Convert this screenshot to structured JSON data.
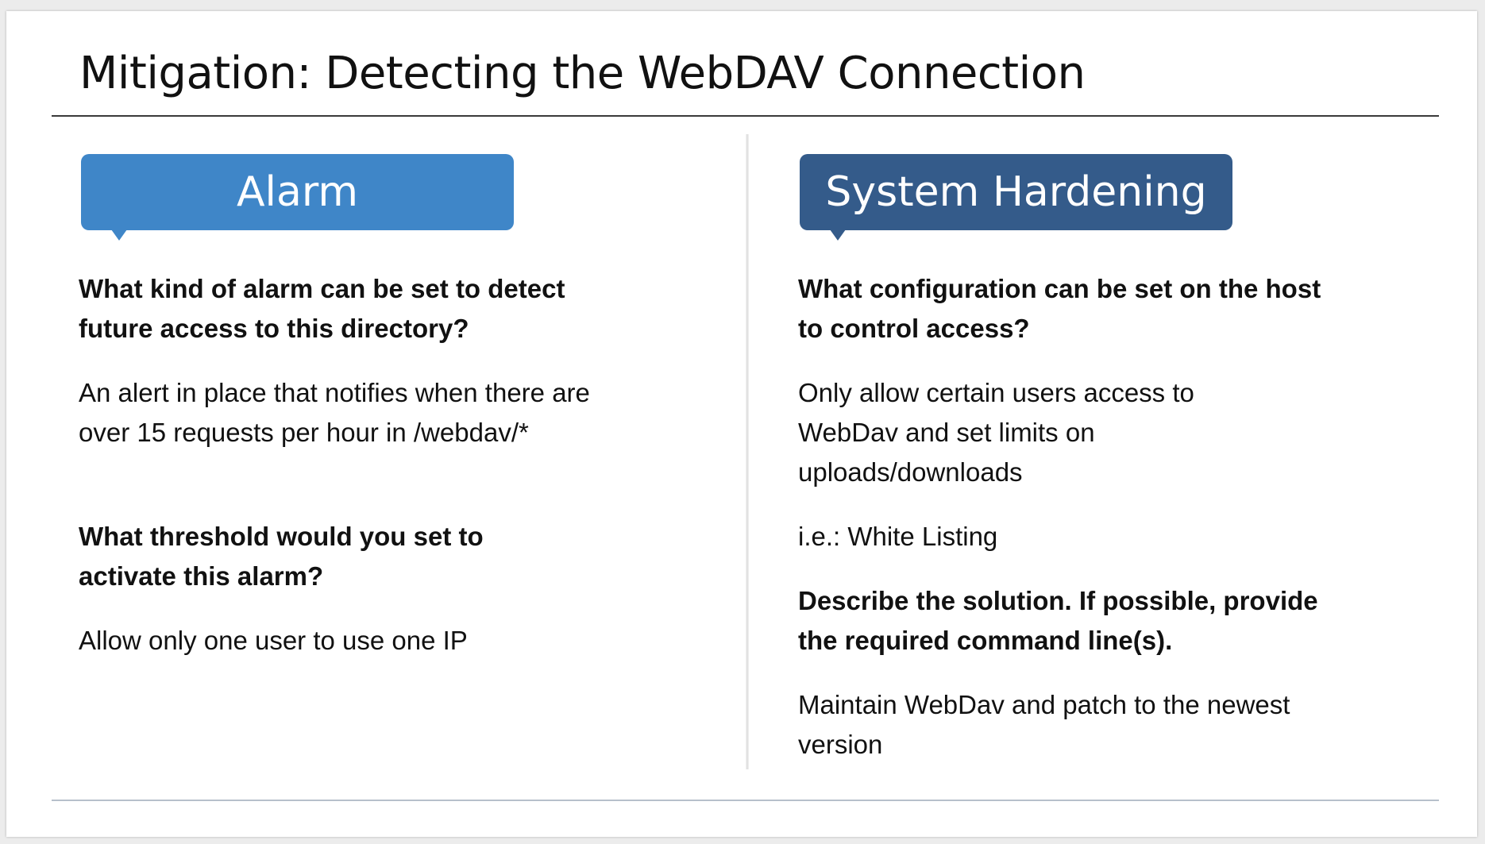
{
  "slide": {
    "title": "Mitigation: Detecting the WebDAV Connection"
  },
  "colors": {
    "alarm_callout": "#3f86c8",
    "hardening_callout": "#345b8a",
    "title_rule": "#3a3a3a",
    "bottom_rule": "#b7c0cb"
  },
  "alarm": {
    "heading": "Alarm",
    "question_1": "What kind of alarm can be set to detect future access to this directory?",
    "answer_1": "An alert in place that notifies when there are over 15 requests per hour in /webdav/*",
    "question_2": "What threshold would you set to activate this alarm?",
    "answer_2": "Allow only one user to use one IP"
  },
  "hardening": {
    "heading": "System Hardening",
    "question_1": "What configuration can be set on the host to control access?",
    "answer_1": "Only allow certain users access to WebDav and set limits on uploads/downloads",
    "answer_1b": "i.e.: White Listing",
    "question_2": "Describe the solution. If possible, provide the required command line(s).",
    "answer_2": "Maintain WebDav and patch to the newest version"
  }
}
